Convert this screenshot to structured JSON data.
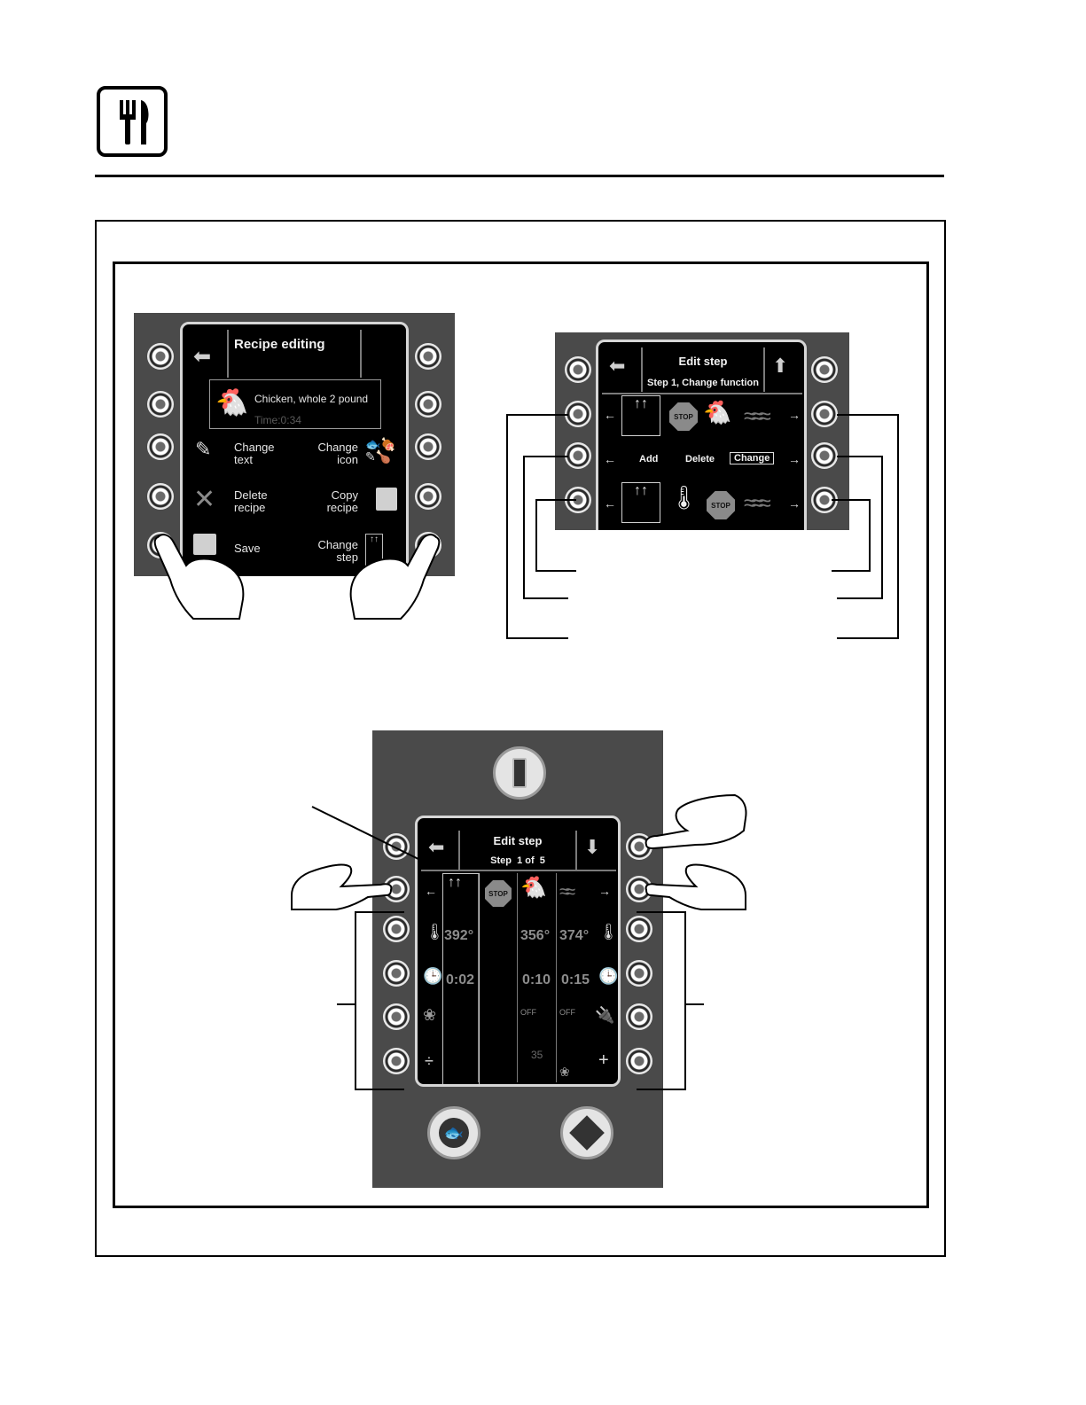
{
  "panel1": {
    "title": "Recipe editing",
    "recipe_name": "Chicken, whole 2 pound",
    "recipe_time": "Time:0:34",
    "left_menu": [
      {
        "line1": "Change",
        "line2": "text",
        "icon": "pen-icon"
      },
      {
        "line1": "Delete",
        "line2": "recipe",
        "icon": "delete-x-icon"
      },
      {
        "line1": "Save",
        "line2": "",
        "icon": "save-folder-icon"
      }
    ],
    "right_menu": [
      {
        "line1": "Change",
        "line2": "icon",
        "icon": "food-icons-icon"
      },
      {
        "line1": "Copy",
        "line2": "recipe",
        "icon": "copy-folder-icon"
      },
      {
        "line1": "Change",
        "line2": "step",
        "icon": "step-icon"
      }
    ]
  },
  "panel2": {
    "title": "Edit step",
    "subtitle": "Step 1, Change function",
    "actions": [
      "Add",
      "Delete",
      "Change"
    ],
    "selected_action": "Change",
    "stop_label": "STOP"
  },
  "panel3": {
    "title": "Edit step",
    "subtitle": "Step  1 of  5",
    "stop_label": "STOP",
    "columns": [
      {
        "temp": "392°",
        "time": "0:02",
        "fan": "",
        "extra": ""
      },
      {
        "temp": "",
        "time": "",
        "fan": "",
        "extra": ""
      },
      {
        "temp": "356°",
        "time": "0:10",
        "fan": "OFF",
        "extra": "35"
      },
      {
        "temp": "374°",
        "time": "0:15",
        "fan": "OFF",
        "extra": ""
      }
    ]
  }
}
